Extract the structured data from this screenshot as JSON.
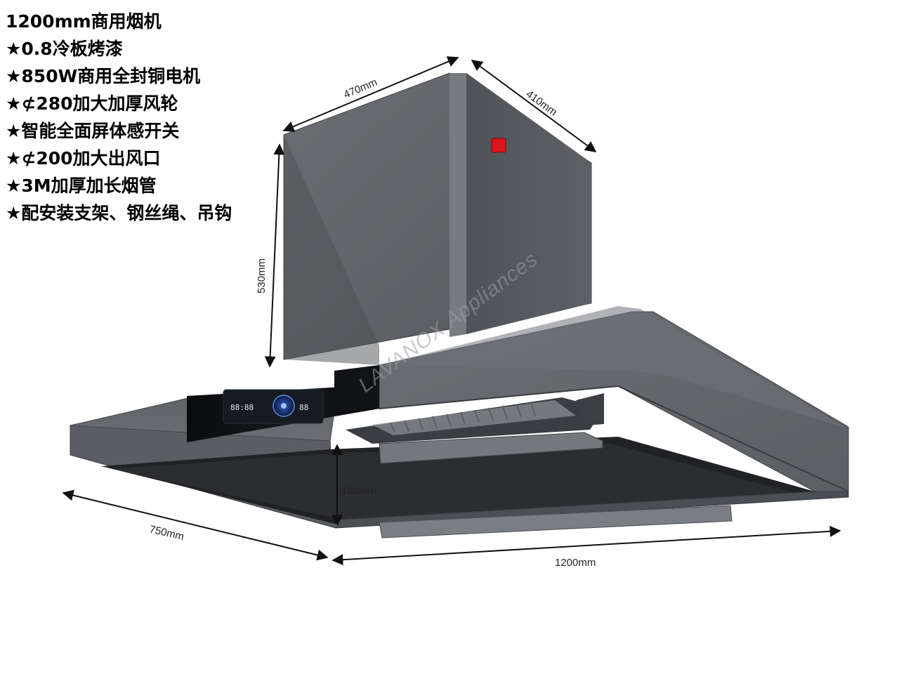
{
  "specs": {
    "title": "1200mm商用烟机",
    "items": [
      "★0.8冷板烤漆",
      "★850W商用全封铜电机",
      "★⊄280加大加厚风轮",
      "★智能全面屏体感开关",
      "★⊄200加大出风口",
      "★3M加厚加长烟管",
      "★配安装支架、钢丝绳、吊钩"
    ]
  },
  "dimensions": {
    "top_width": "470mm",
    "top_depth": "410mm",
    "chimney_height": "530mm",
    "hood_height": "180mm",
    "hood_depth": "750mm",
    "hood_width": "1200mm"
  },
  "brand": "LAVANOX Appliances",
  "display": {
    "left_readout": "88:88",
    "right_readout": "88"
  },
  "colors": {
    "body": "#616468",
    "body_dark": "#3e4145",
    "panel_glass": "#0c0d10",
    "switch_red": "#d8161c",
    "display_blue": "#2f62c9"
  }
}
